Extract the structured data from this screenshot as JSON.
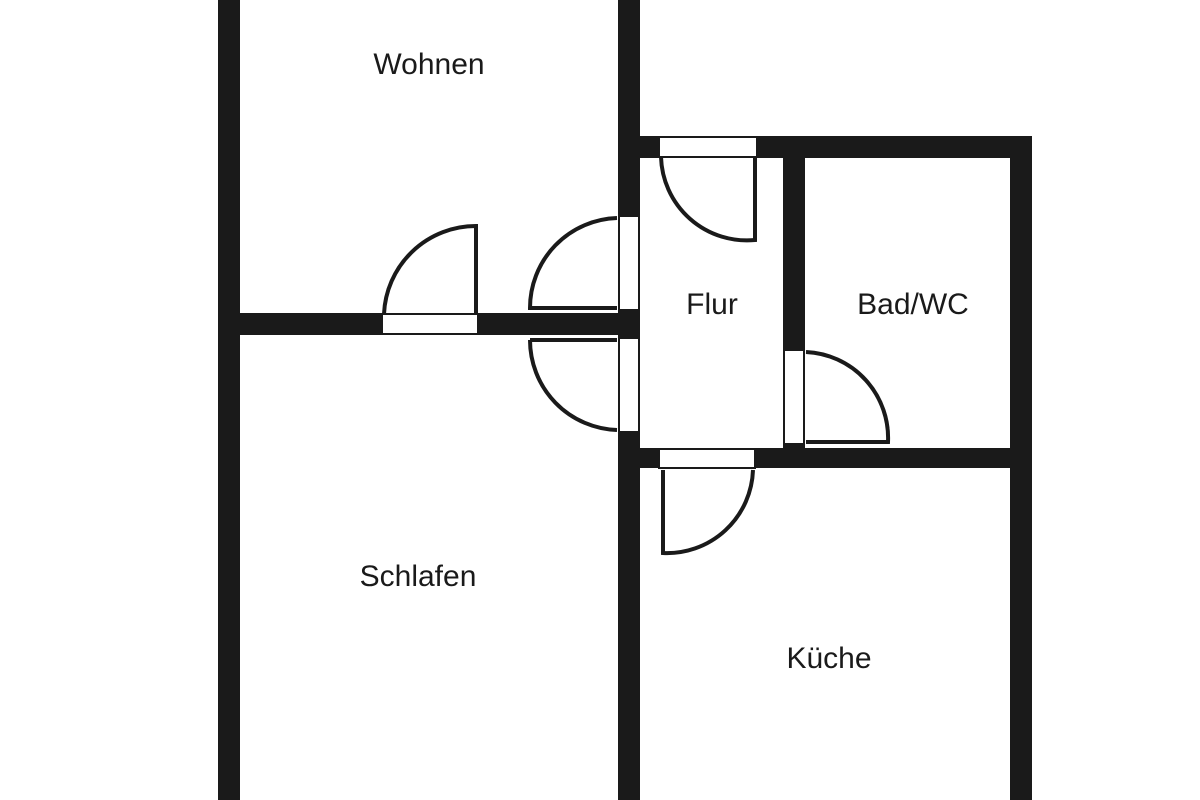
{
  "floor_plan": {
    "rooms": {
      "wohnen": "Wohnen",
      "flur": "Flur",
      "bad_wc": "Bad/WC",
      "schlafen": "Schlafen",
      "kueche": "Küche"
    },
    "colors": {
      "wall": "#1a1a1a",
      "background": "#ffffff"
    }
  }
}
